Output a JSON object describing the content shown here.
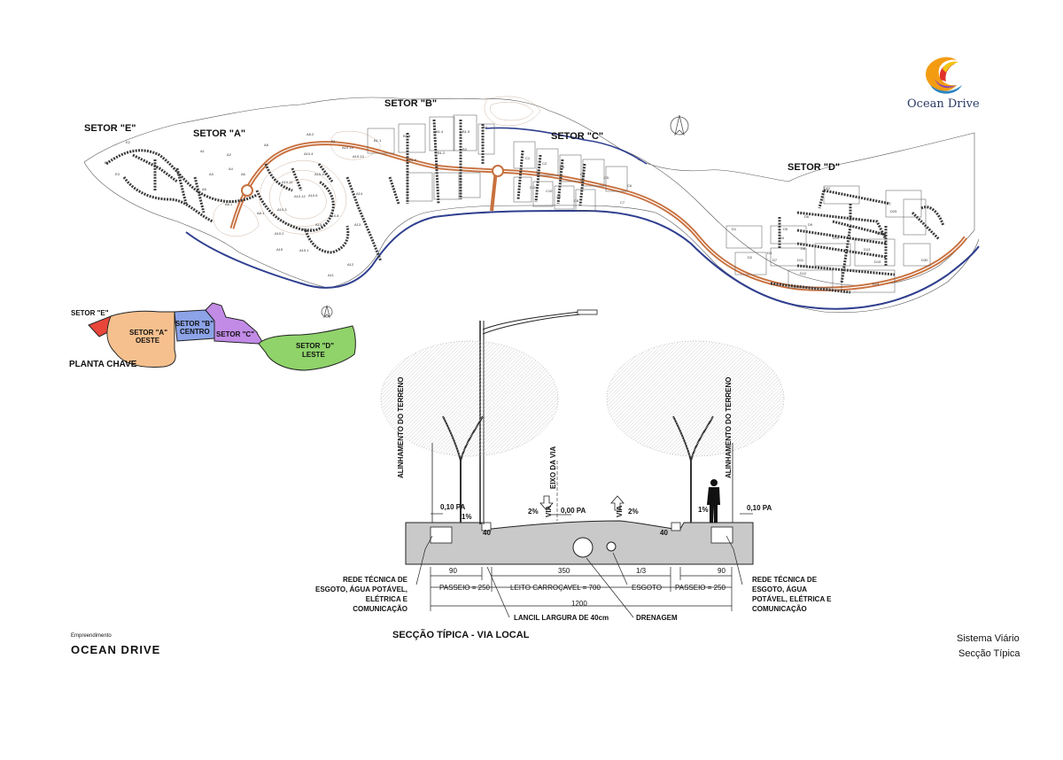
{
  "brand": {
    "name": "Ocean Drive",
    "logo_colors": [
      "#e0312b",
      "#f39c12",
      "#f1c40f",
      "#2e86c1",
      "#8e44ad"
    ]
  },
  "site_plan": {
    "sector_labels": {
      "e": "SETOR \"E\"",
      "a": "SETOR \"A\"",
      "b": "SETOR \"B\"",
      "c": "SETOR \"C\"",
      "d": "SETOR \"D\""
    },
    "lot_codes": [
      "E1",
      "E2",
      "E3",
      "A1",
      "A2",
      "A3",
      "A4",
      "A5",
      "A6",
      "A6.1",
      "A8",
      "A8.1",
      "A8.2",
      "A10.2",
      "A10.3",
      "A10.4",
      "A10.5",
      "A10.6",
      "A10.7",
      "A10.8",
      "A10.10",
      "A10.11",
      "A10.12",
      "A10.13",
      "A10.14",
      "A11",
      "A12",
      "A13",
      "A14",
      "A15",
      "A15.1",
      "B1",
      "B1.1",
      "B1.2",
      "B1.3",
      "B1.4",
      "B1.5",
      "B1.6",
      "B3",
      "B4",
      "C1",
      "C2",
      "C3",
      "C4",
      "C5",
      "C6",
      "C7",
      "C8",
      "C9",
      "C10",
      "C11",
      "D1",
      "D2",
      "D3",
      "D4",
      "D5",
      "D6",
      "D7",
      "D8",
      "D9",
      "D10",
      "D11",
      "D12",
      "D13",
      "D14",
      "D15",
      "D16",
      "D22",
      "D25",
      "D30"
    ],
    "colors": {
      "road": "#c8713f",
      "water": "#2f3f8f",
      "lot_line": "#222222",
      "contour": "#b08c70"
    }
  },
  "key_plan": {
    "title": "PLANTA CHAVE",
    "zones": [
      {
        "label": "SETOR \"E\"",
        "sub": "",
        "color": "#e8463a"
      },
      {
        "label": "SETOR \"A\"",
        "sub": "OESTE",
        "color": "#f6c08e"
      },
      {
        "label": "SETOR \"B\"",
        "sub": "CENTRO",
        "color": "#8ca3e8"
      },
      {
        "label": "SETOR \"C\"",
        "sub": "",
        "color": "#c28be6"
      },
      {
        "label": "SETOR \"D\"",
        "sub": "LESTE",
        "color": "#8fd36a"
      }
    ]
  },
  "section": {
    "title": "SECÇÃO TÍPICA - VIA LOCAL",
    "labels": {
      "alinhamento_left": "ALINHAMENTO DO TERRENO",
      "alinhamento_right": "ALINHAMENTO DO TERRENO",
      "eixo": "EIXO DA VIA",
      "via_left": "VIA",
      "via_right": "VIA",
      "pa_left": "0,10 PA",
      "pa_center": "0,00 PA",
      "pa_right": "0,10 PA",
      "slope_left_walk": "1%",
      "slope_left_road": "2%",
      "slope_right_road": "2%",
      "slope_right_walk": "1%",
      "kerb_left": "40",
      "kerb_right": "40",
      "dim_90_left": "90",
      "dim_350": "350",
      "dim_13": "1/3",
      "dim_90_right": "90",
      "passeio_left": "PASSEIO = 250",
      "leito": "LEITO CARROÇAVEL = 700",
      "esgoto": "ESGOTO",
      "passeio_right": "PASSEIO = 250",
      "total": "1200",
      "lancil": "LANCIL LARGURA DE 40cm",
      "drenagem": "DRENAGEM"
    },
    "rede_left": [
      "REDE TÉCNICA DE",
      "ESGOTO, ÁGUA POTÁVEL,",
      "ELÉTRICA E",
      "COMUNICAÇÃO"
    ],
    "rede_right": [
      "REDE TÉCNICA DE",
      "ESGOTO, ÁGUA",
      "POTÁVEL, ELÉTRICA E",
      "COMUNICAÇÃO"
    ]
  },
  "footer": {
    "developer_caption": "Empreendimento",
    "developer_name": "OCEAN DRIVE",
    "sheet_line1": "Sistema Viário",
    "sheet_line2": "Secção Típica"
  }
}
